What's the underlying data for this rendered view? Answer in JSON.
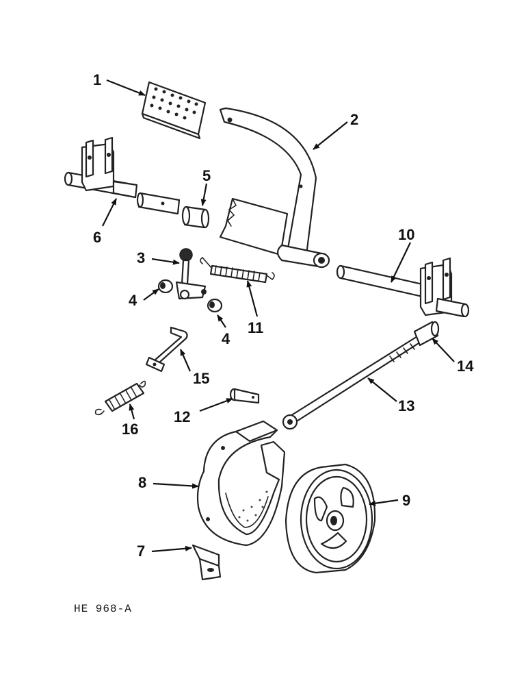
{
  "callouts": {
    "c1": "1",
    "c2": "2",
    "c3": "3",
    "c4a": "4",
    "c4b": "4",
    "c5": "5",
    "c6": "6",
    "c7": "7",
    "c8": "8",
    "c9": "9",
    "c10": "10",
    "c11": "11",
    "c12": "12",
    "c13": "13",
    "c14": "14",
    "c15": "15",
    "c16": "16"
  },
  "figure_id": "HE 968-A"
}
